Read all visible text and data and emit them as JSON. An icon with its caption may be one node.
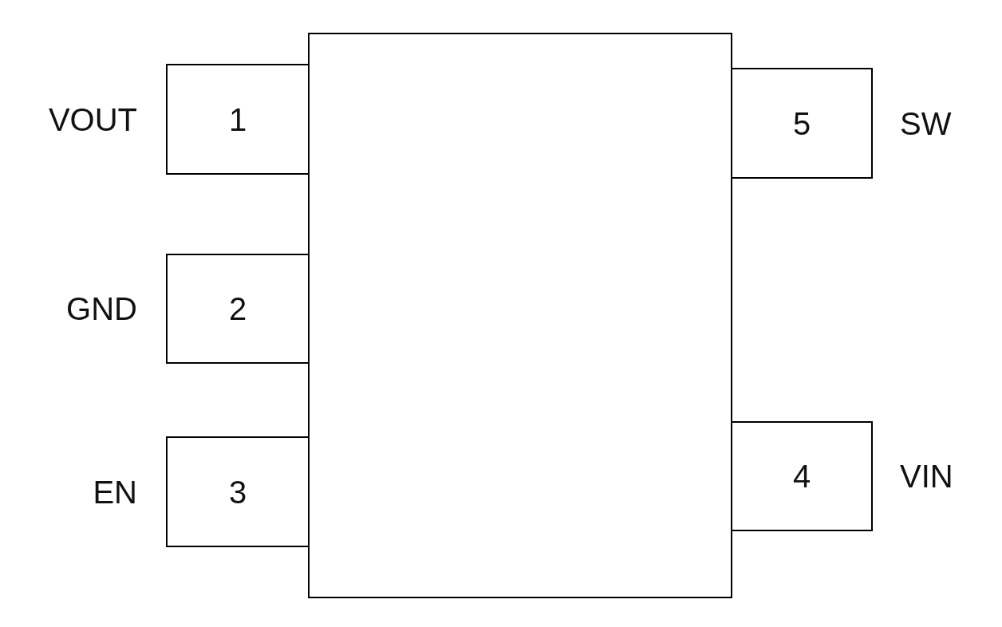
{
  "diagram": {
    "nodes": [
      {
        "text": [],
        "shape": "box"
      },
      {
        "text": [
          "1"
        ],
        "beside": [
          "VOUT"
        ]
      },
      {
        "text": [
          "5"
        ],
        "beside": [
          "SW"
        ]
      },
      {
        "text": [
          "2"
        ],
        "beside": [
          "GND"
        ]
      },
      {
        "text": [
          "3"
        ],
        "beside": [
          "EN"
        ]
      },
      {
        "text": [
          "4"
        ],
        "beside": [
          "VIN"
        ]
      }
    ]
  }
}
